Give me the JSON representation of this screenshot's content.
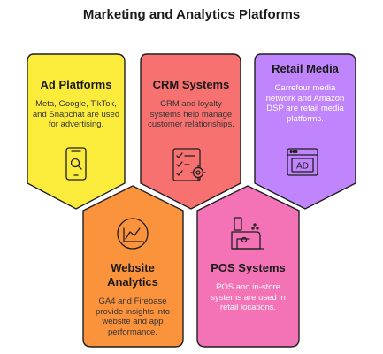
{
  "title": "Marketing and Analytics Platforms",
  "colors": {
    "yellow": "#fbec3c",
    "red": "#f87171",
    "purple": "#c084fc",
    "orange": "#fb923c",
    "pink": "#f472b6",
    "outline": "#1f1f1f"
  },
  "cards": [
    {
      "id": "ad-platforms",
      "title": "Ad Platforms",
      "description": "Meta, Google, TikTok, and Snapchat are used for advertising.",
      "icon": "smartphone-search-icon"
    },
    {
      "id": "crm-systems",
      "title": "CRM Systems",
      "description": "CRM and loyalty systems help manage customer relationships.",
      "icon": "checklist-gear-icon"
    },
    {
      "id": "retail-media",
      "title": "Retail Media",
      "description": "Carrefour media network and Amazon DSP are retail media platforms.",
      "icon": "ad-window-icon",
      "icon_text": "AD"
    },
    {
      "id": "website-analytics",
      "title": "Website Analytics",
      "description": "GA4 and Firebase provide insights into website and app performance.",
      "icon": "line-chart-icon"
    },
    {
      "id": "pos-systems",
      "title": "POS Systems",
      "description": "POS and in-store systems are used in retail locations.",
      "icon": "cash-register-icon"
    }
  ]
}
